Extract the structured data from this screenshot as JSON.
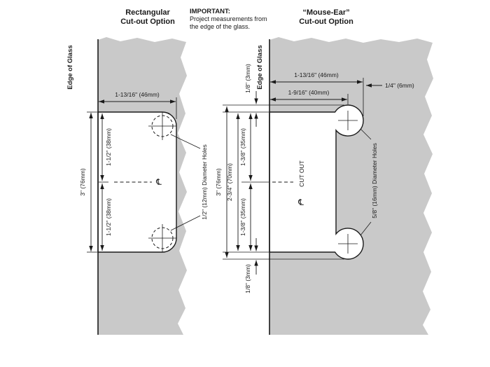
{
  "colors": {
    "background": "#ffffff",
    "glass": "#c9c9c9",
    "line": "#1a1a1a"
  },
  "header": {
    "left_title_line1": "Rectangular",
    "left_title_line2": "Cut-out Option",
    "important_heading": "IMPORTANT:",
    "important_line1": "Project measurements from",
    "important_line2": "the edge of the glass.",
    "right_title_line1": "“Mouse-Ear”",
    "right_title_line2": "Cut-out Option"
  },
  "left_diagram": {
    "edge_label": "Edge of Glass",
    "dim_width": "1-13/16\" (46mm)",
    "dim_upper_half": "1-1/2\" (38mm)",
    "dim_total_height": "3\" (76mm)",
    "dim_lower_half": "1-1/2\" (38mm)",
    "holes_label": "1/2\" (12mm) Diameter Holes",
    "centerline_symbol": "℄"
  },
  "right_diagram": {
    "edge_label": "Edge of Glass",
    "dim_width_outer": "1-13/16\" (46mm)",
    "dim_width_inner": "1-9/16\" (40mm)",
    "dim_ear_radius": "1/4\" (6mm)",
    "dim_gap_top": "1/8\" (3mm)",
    "dim_upper_half": "1-3/8\" (35mm)",
    "dim_inner_height": "2-3/4\" (70mm)",
    "dim_total_height": "3\" (76mm)",
    "dim_lower_half": "1-3/8\" (35mm)",
    "dim_gap_bottom": "1/8\" (3mm)",
    "cutout_label": "CUT OUT",
    "centerline_symbol": "℄",
    "holes_label": "5/8\" (16mm) Diameter Holes"
  }
}
